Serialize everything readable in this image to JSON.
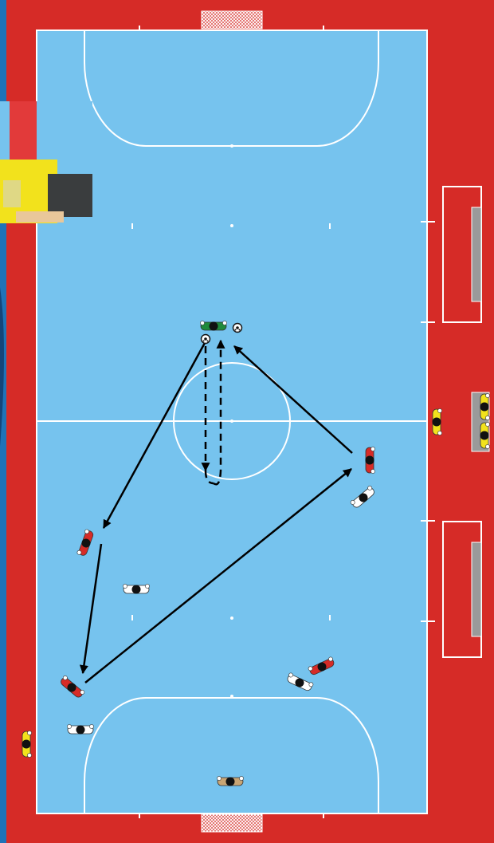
{
  "colors": {
    "surround": "#d62b27",
    "court": "#76c3ee",
    "lines": "#ffffff",
    "goal_net": "#e6e6e6",
    "bench": "#9a9a9a",
    "edge_band": "#1f73b8",
    "team_red": "#d62b27",
    "team_white": "#ffffff",
    "goalkeeper_green": "#1f8a3b",
    "goalkeeper_tan": "#c9a574",
    "referee_yellow": "#f2e21c",
    "arrow": "#000000"
  },
  "icons": {
    "player": "player-icon",
    "ball": "soccer-ball-icon",
    "referee": "referee-icon",
    "goal": "goal-net-icon",
    "bench": "bench-icon"
  },
  "players": [
    {
      "team": "goalkeeper-green",
      "role": "goalkeeper",
      "with_ball": true
    },
    {
      "team": "red",
      "role": "attacker"
    },
    {
      "team": "red",
      "role": "attacker"
    },
    {
      "team": "red",
      "role": "attacker"
    },
    {
      "team": "red",
      "role": "attacker"
    },
    {
      "team": "white",
      "role": "defender"
    },
    {
      "team": "white",
      "role": "defender"
    },
    {
      "team": "white",
      "role": "defender"
    },
    {
      "team": "white",
      "role": "defender"
    },
    {
      "team": "goalkeeper-tan",
      "role": "goalkeeper"
    }
  ],
  "referees": [
    {
      "role": "referee"
    },
    {
      "role": "referee"
    },
    {
      "role": "referee"
    },
    {
      "role": "referee"
    }
  ],
  "movements": [
    {
      "from": "goalkeeper",
      "to": "red-attacker-left",
      "style": "solid",
      "meaning": "pass"
    },
    {
      "from": "red-attacker-left",
      "to": "red-attacker-bottom",
      "style": "solid",
      "meaning": "pass"
    },
    {
      "from": "red-attacker-bottom",
      "to": "red-attacker-right",
      "style": "solid",
      "meaning": "pass"
    },
    {
      "from": "red-attacker-right",
      "to": "goalkeeper",
      "style": "solid",
      "meaning": "pass"
    },
    {
      "from": "goalkeeper",
      "to": "center-circle",
      "style": "dashed",
      "meaning": "run"
    },
    {
      "from": "center-circle",
      "to": "goalkeeper",
      "style": "dashed",
      "meaning": "run"
    }
  ]
}
